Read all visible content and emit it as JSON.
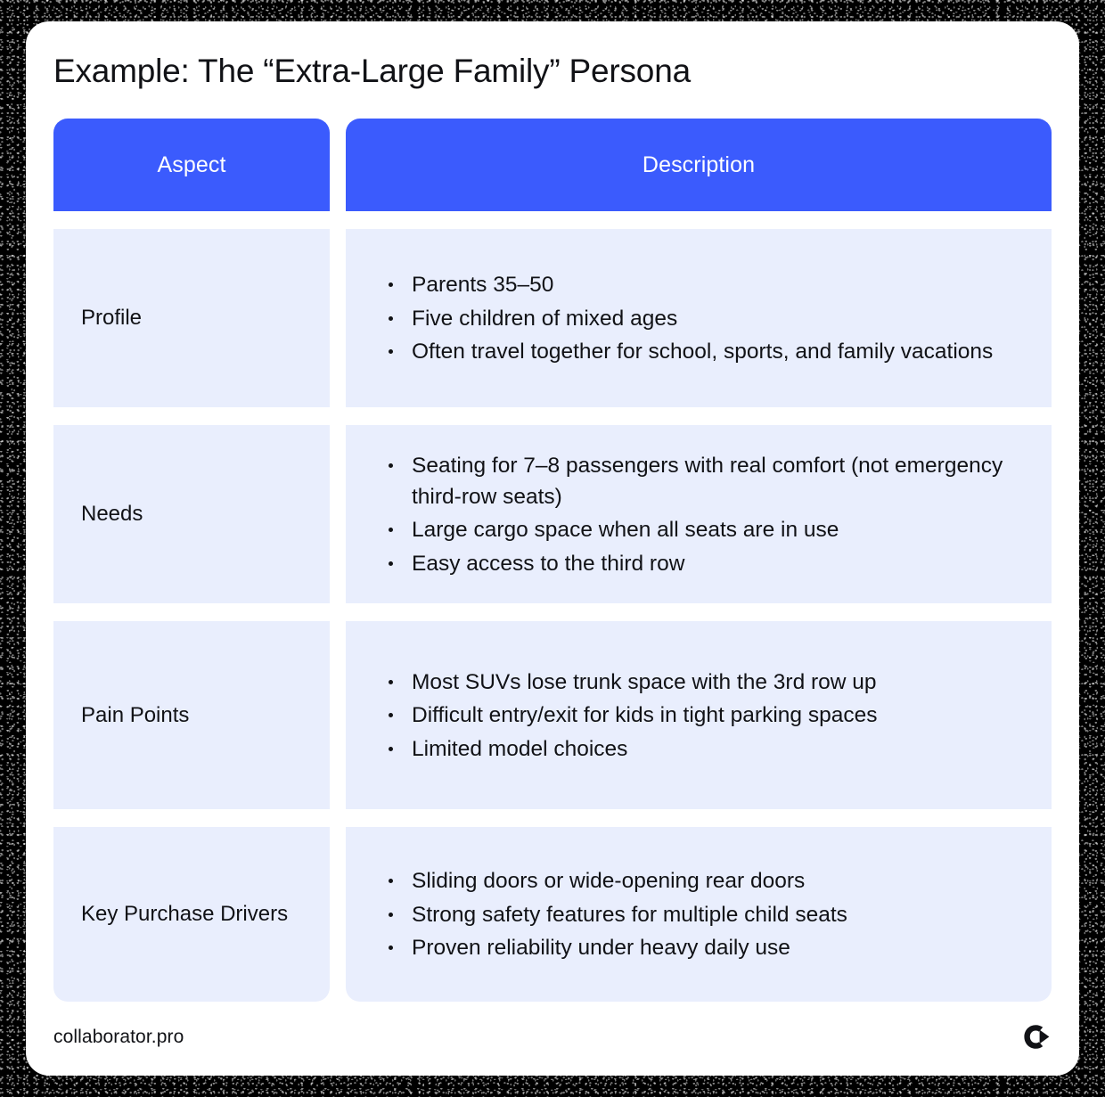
{
  "page": {
    "title": "Example: The “Extra-Large Family” Persona"
  },
  "colors": {
    "header_blue": "#3B5BFD",
    "row_background": "#E9EEFD",
    "text": "#111216",
    "card_background": "#FFFFFF",
    "frame": "#000000"
  },
  "table": {
    "headers": {
      "aspect": "Aspect",
      "description": "Description"
    },
    "rows": [
      {
        "aspect": "Profile",
        "items": [
          "Parents 35–50",
          "Five children of mixed ages",
          "Often travel together for school, sports, and family vacations"
        ]
      },
      {
        "aspect": "Needs",
        "items": [
          "Seating for 7–8 passengers with real comfort (not emergency third-row seats)",
          "Large cargo space when all seats are in use",
          "Easy access to the third row"
        ]
      },
      {
        "aspect": "Pain Points",
        "items": [
          "Most SUVs lose trunk space with the 3rd row up",
          "Difficult entry/exit for kids in tight parking spaces",
          "Limited model choices"
        ]
      },
      {
        "aspect": "Key Purchase Drivers",
        "items": [
          "Sliding doors or wide-opening rear doors",
          "Strong safety features for multiple child seats",
          "Proven reliability under heavy daily use"
        ]
      }
    ]
  },
  "footer": {
    "url": "collaborator.pro",
    "logo": "collaborator-logo-icon"
  }
}
